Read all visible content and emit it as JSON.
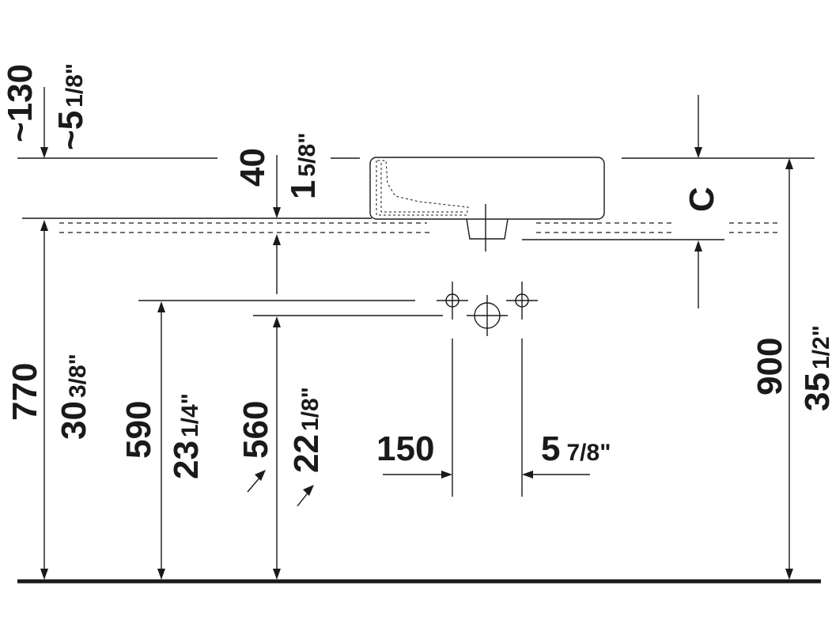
{
  "labels": {
    "top_mm": "~130",
    "top_in_whole": "~5",
    "top_in_frac": "1/8\"",
    "rim_mm": "40",
    "rim_in_whole": "1",
    "rim_in_frac": "5/8\"",
    "c_label": "C",
    "h770_mm": "770",
    "h770_in_whole": "30",
    "h770_in_frac": "3/8\"",
    "h590_mm": "590",
    "h590_in_whole": "23",
    "h590_in_frac": "1/4\"",
    "h560_mm": "560",
    "h560_in_whole": "22",
    "h560_in_frac": "1/8\"",
    "w150_mm": "150",
    "w150_in_whole": "5",
    "w150_in_frac": "7/8\"",
    "h900_mm": "900",
    "h900_in_whole": "35",
    "h900_in_frac": "1/2\""
  },
  "colors": {
    "ink": "#1a1a1a",
    "background": "#ffffff"
  }
}
